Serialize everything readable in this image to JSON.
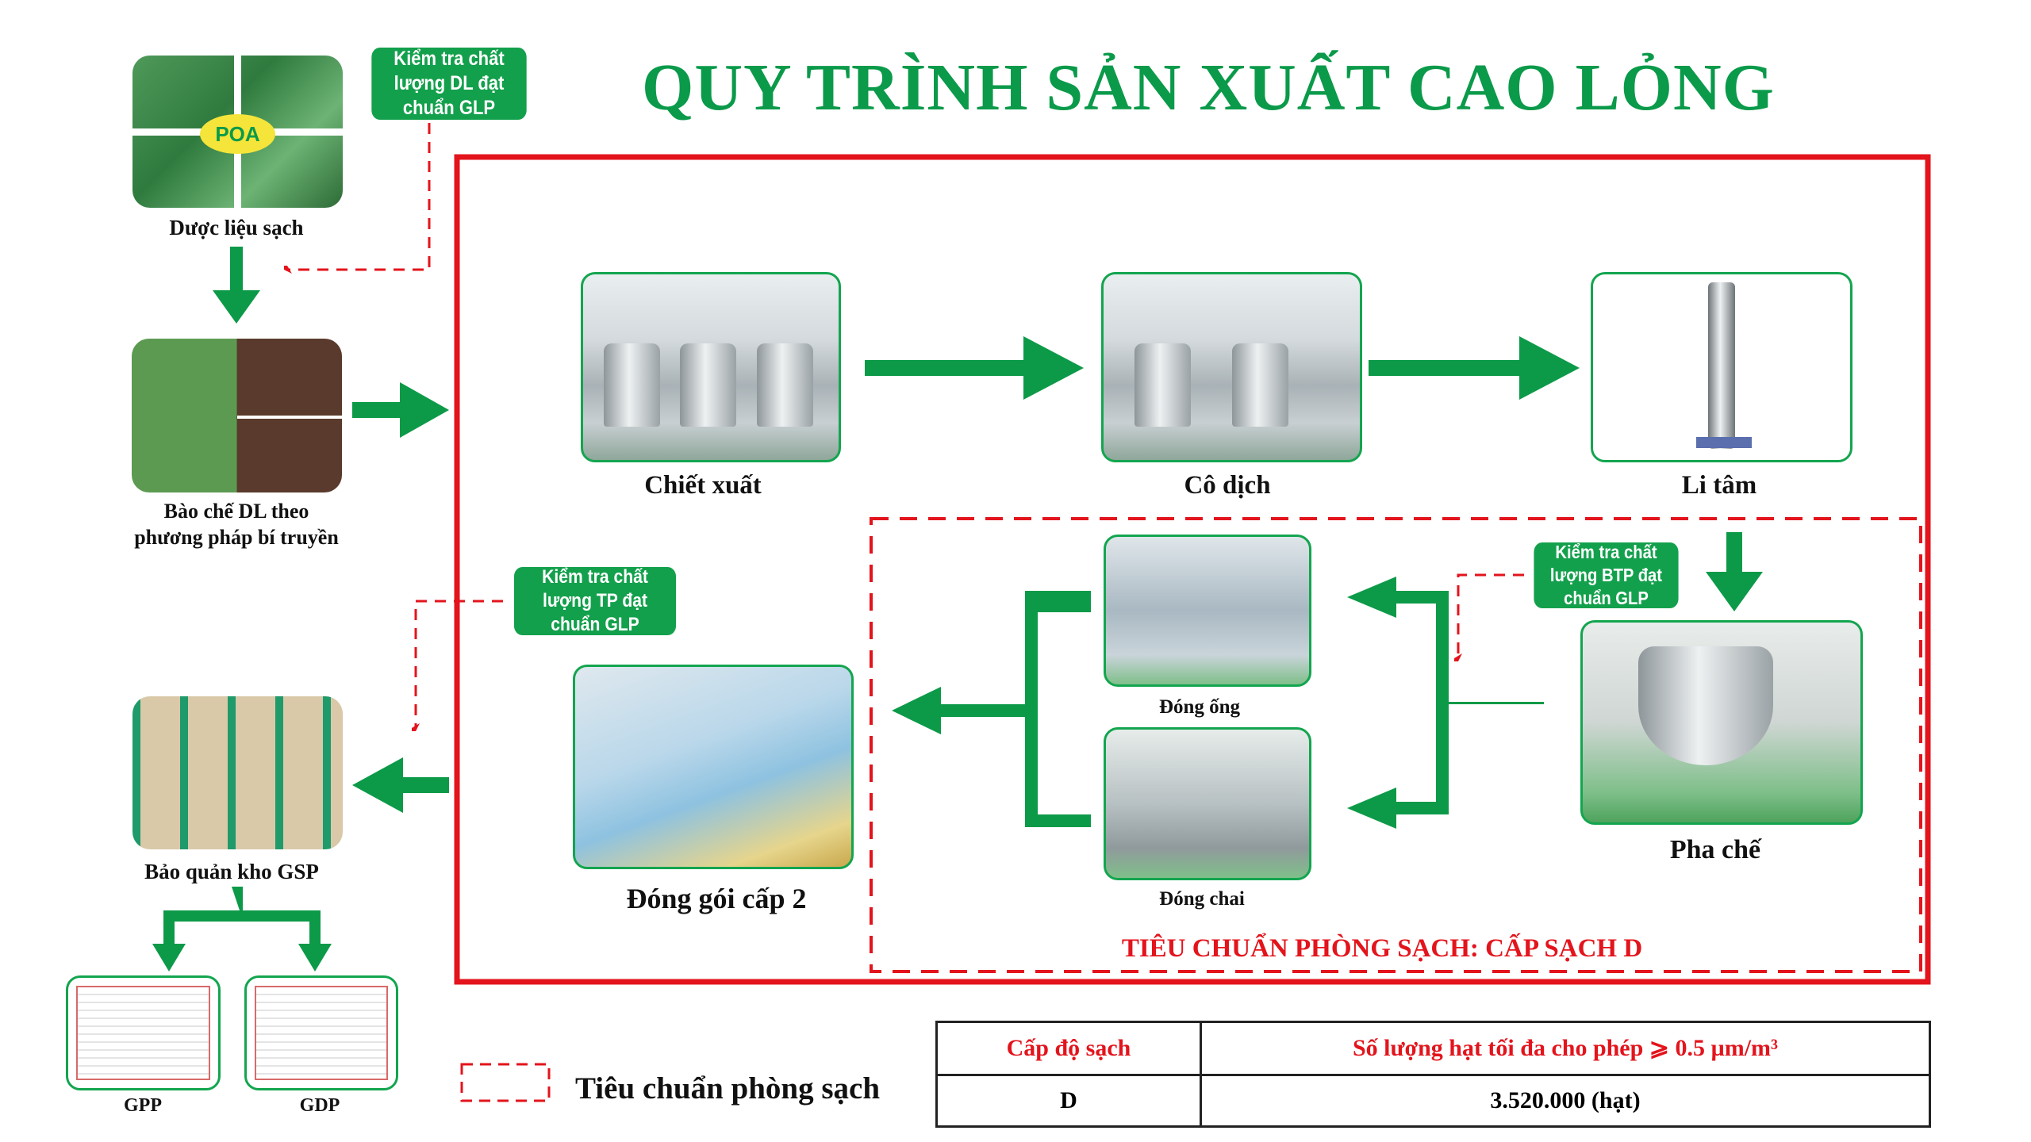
{
  "title": "QUY TRÌNH SẢN XUẤT CAO LỎNG",
  "colors": {
    "green": "#0a9a4a",
    "red": "#e3141c"
  },
  "left_column": {
    "raw_material": {
      "label": "Dược liệu sạch",
      "logo_text": "POA"
    },
    "qc_raw": "Kiểm tra chất lượng DL đạt chuẩn GLP",
    "preparation": {
      "label_line1": "Bào chế DL theo",
      "label_line2": "phương pháp bí truyền"
    },
    "qc_finished": "Kiểm tra chất lượng TP đạt chuẩn GLP",
    "storage": {
      "label": "Bảo quản kho GSP"
    },
    "certificates": [
      {
        "label": "GPP"
      },
      {
        "label": "GDP"
      }
    ]
  },
  "process": {
    "extraction": "Chiết xuất",
    "concentration": "Cô dịch",
    "centrifuge": "Li tâm",
    "qc_semi": "Kiểm tra chất lượng BTP đạt chuẩn GLP",
    "mixing": "Pha chế",
    "ampoule_filling": "Đóng ống",
    "bottle_filling": "Đóng chai",
    "secondary_packaging": "Đóng gói cấp 2",
    "cleanroom_caption": "TIÊU CHUẨN PHÒNG SẠCH: CẤP SẠCH D"
  },
  "legend": {
    "label": "Tiêu chuẩn phòng sạch"
  },
  "table": {
    "headers": [
      "Cấp độ sạch",
      "Số lượng hạt tối đa cho phép ⩾ 0.5 µm/m³"
    ],
    "rows": [
      [
        "D",
        "3.520.000 (hạt)"
      ]
    ]
  }
}
